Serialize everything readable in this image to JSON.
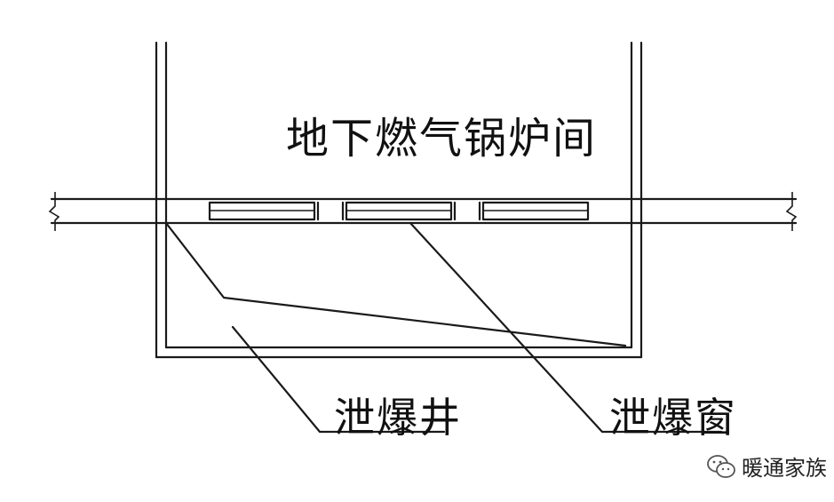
{
  "labels": {
    "room": "地下燃气锅炉间",
    "well": "泄爆井",
    "window": "泄爆窗"
  },
  "watermark": {
    "icon": "wechat-icon",
    "text": "暖通家族"
  },
  "colors": {
    "line": "#1a1a1a",
    "background": "#ffffff"
  }
}
